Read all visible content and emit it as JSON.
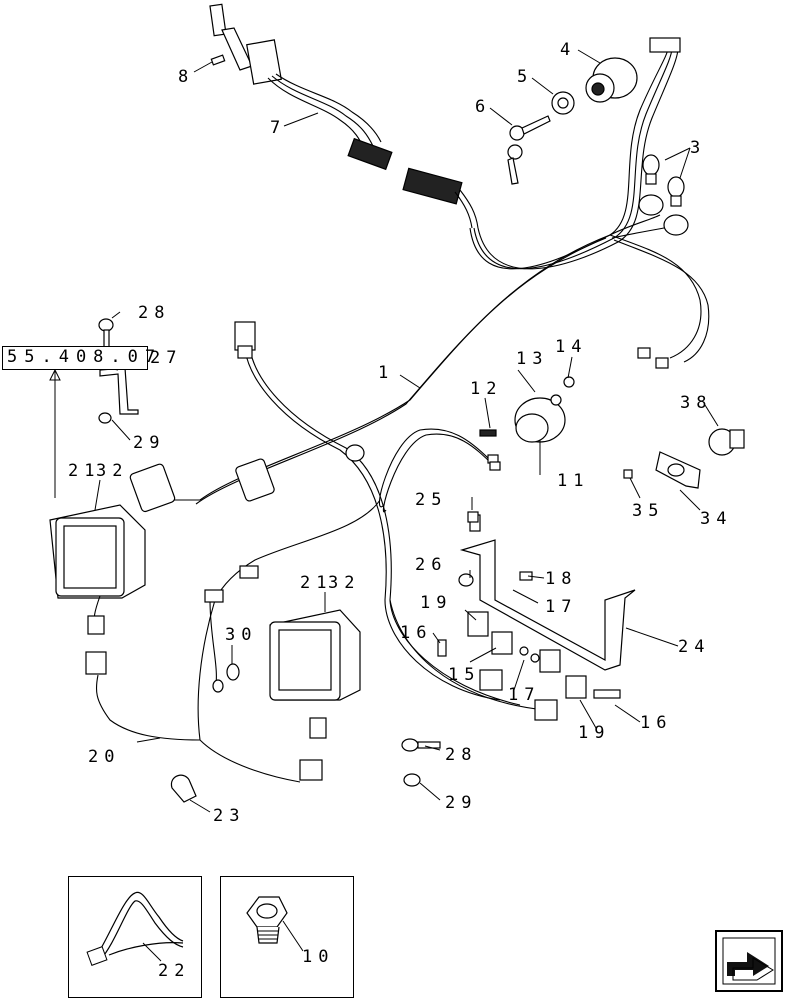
{
  "reference_link": {
    "label": "55.408.07"
  },
  "callouts": {
    "c1": "1",
    "c3": "3",
    "c4": "4",
    "c5": "5",
    "c6": "6",
    "c7": "7",
    "c8": "8",
    "c10": "10",
    "c11": "11",
    "c12": "12",
    "c13": "13",
    "c14": "14",
    "c15": "15",
    "c16a": "16",
    "c16b": "16",
    "c17a": "17",
    "c17b": "17",
    "c18": "18",
    "c19a": "19",
    "c19b": "19",
    "c20": "20",
    "c21a": "21",
    "c21b": "21",
    "c22": "22",
    "c23": "23",
    "c24": "24",
    "c25": "25",
    "c26": "26",
    "c27": "27",
    "c28a": "28",
    "c28b": "28",
    "c29a": "29",
    "c29b": "29",
    "c30": "30",
    "c32a": "32",
    "c32b": "32",
    "c34": "34",
    "c35": "35",
    "c38": "38"
  },
  "nav": {
    "icon": "next-page-arrow-icon"
  }
}
